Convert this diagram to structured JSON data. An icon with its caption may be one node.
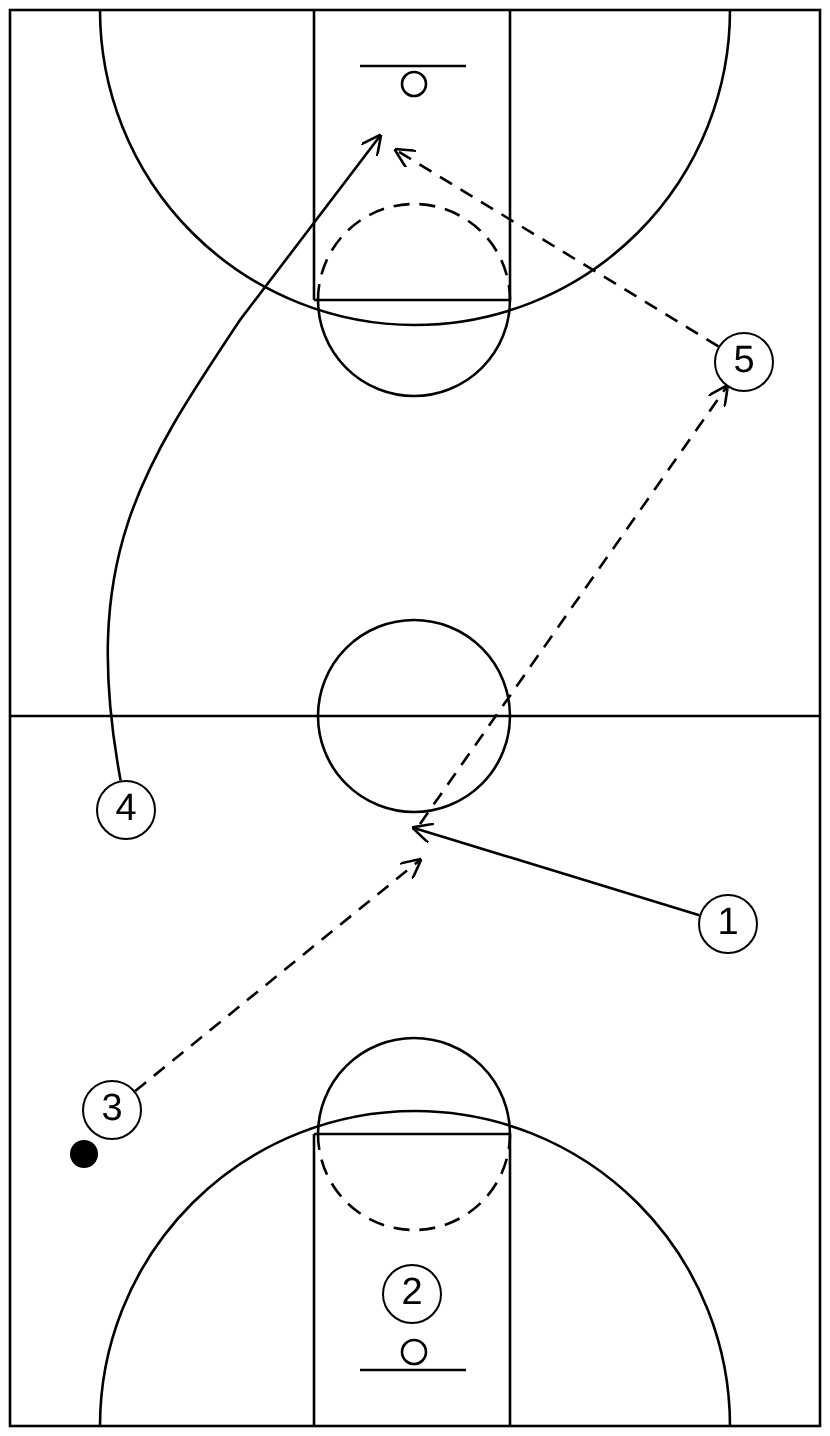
{
  "diagram": {
    "nodes": [
      {
        "text": [
          "5"
        ]
      },
      {
        "text": [
          "4"
        ]
      },
      {
        "text": [
          "1"
        ]
      },
      {
        "text": [
          "3"
        ]
      },
      {
        "text": [
          "2"
        ]
      }
    ],
    "edges": [
      {
        "from": 1,
        "to": null,
        "arrow": "to"
      },
      {
        "from": 0,
        "to": null,
        "arrow": "to",
        "style": "dashed"
      },
      {
        "from": 2,
        "to": null,
        "arrow": "to"
      },
      {
        "from": 3,
        "to": null,
        "arrow": "to",
        "style": "dashed"
      },
      {
        "from": null,
        "to": 0,
        "arrow": "to",
        "style": "dashed"
      }
    ]
  }
}
